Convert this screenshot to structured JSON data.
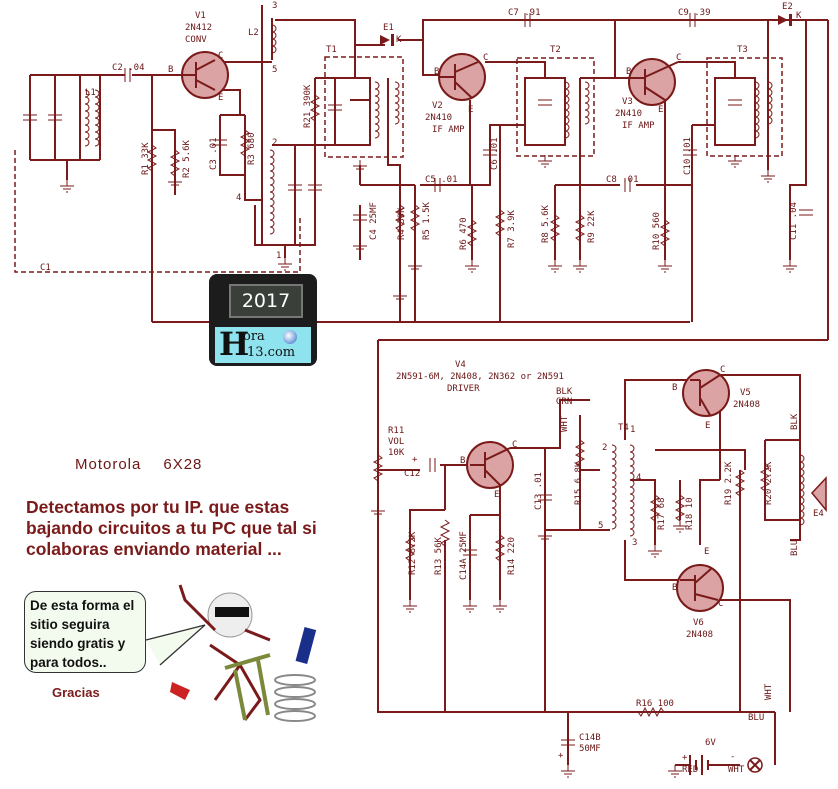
{
  "title": {
    "brand": "Motorola",
    "model": "6X28"
  },
  "colors": {
    "wire": "#7a1a1a",
    "transistor_fill": "#dba3a3",
    "ad_text": "#7a1a1a",
    "bubble_bg": "#f3fbee",
    "logo_bg": "#8fe3ee"
  },
  "transistors": {
    "v1": {
      "ref": "V1",
      "type": "2N412",
      "role": "CONV"
    },
    "v2": {
      "ref": "V2",
      "type": "2N410",
      "role": "IF AMP"
    },
    "v3": {
      "ref": "V3",
      "type": "2N410",
      "role": "IF AMP"
    },
    "v4": {
      "ref": "V4",
      "type": "2N591-6M, 2N408, 2N362 or 2N591",
      "role": "DRIVER"
    },
    "v5": {
      "ref": "V5",
      "type": "2N408"
    },
    "v6": {
      "ref": "V6",
      "type": "2N408"
    }
  },
  "pins": {
    "b": "B",
    "c": "C",
    "e": "E"
  },
  "labels": {
    "L1": "L1",
    "L2": "L2",
    "C1": "C1",
    "C2": "C2 .04",
    "C3": "C3 .01",
    "R1": "R1 33K",
    "R2": "R2 5.6K",
    "R3": "R3 680",
    "R21": "R21 390K",
    "T1": "T1",
    "T2": "T2",
    "T3": "T3",
    "T4": "T4",
    "E1": "E1",
    "E2": "E2",
    "K": "K",
    "E4": "E4",
    "C4": "C4 25MF",
    "R4": "R4 39K",
    "R5": "R5 1.5K",
    "R6": "R6 470",
    "R7": "R7 3.9K",
    "C5": "C5 .01",
    "C6": "C6 .01",
    "C7": "C7 .91",
    "C8": "C8 .01",
    "C9": "C9 .39",
    "C10": "C10 .01",
    "C11": "C11 .04",
    "R8": "R8 5.6K",
    "R9": "R9 22K",
    "R10": "R10 560",
    "R11a": "R11",
    "R11b": "VOL",
    "R11c": "10K",
    "C12": "C12",
    "C13": "C13 .01",
    "R12": "R12 8.2K",
    "R13": "R13 56K",
    "C14A": "C14A 25MF",
    "R14": "R14 220",
    "R15": "R15 6.8K",
    "R17": "R17 68",
    "R18": "R18 10",
    "R19": "R19 2.2K",
    "R20": "R20 2.2K",
    "R16": "R16  100",
    "C14B_a": "C14B",
    "C14B_b": "50MF",
    "battery": "6V",
    "blk": "BLK",
    "grn": "GRN",
    "wht": "WHT",
    "red": "RED",
    "blu": "BLU",
    "plus": "+",
    "minus": "-",
    "n1": "1",
    "n2": "2",
    "n3": "3",
    "n4": "4",
    "n5": "5"
  },
  "logo": {
    "year": "2017",
    "site_a": "ora",
    "site_b": "13.com",
    "initial": "H"
  },
  "ad": {
    "headline": "Detectamos por tu IP. que estas bajando circuitos a tu PC que tal si colaboras enviando material ...",
    "bubble": "De esta forma el sitio seguira siendo gratis y para todos..",
    "thanks": "Gracias"
  }
}
